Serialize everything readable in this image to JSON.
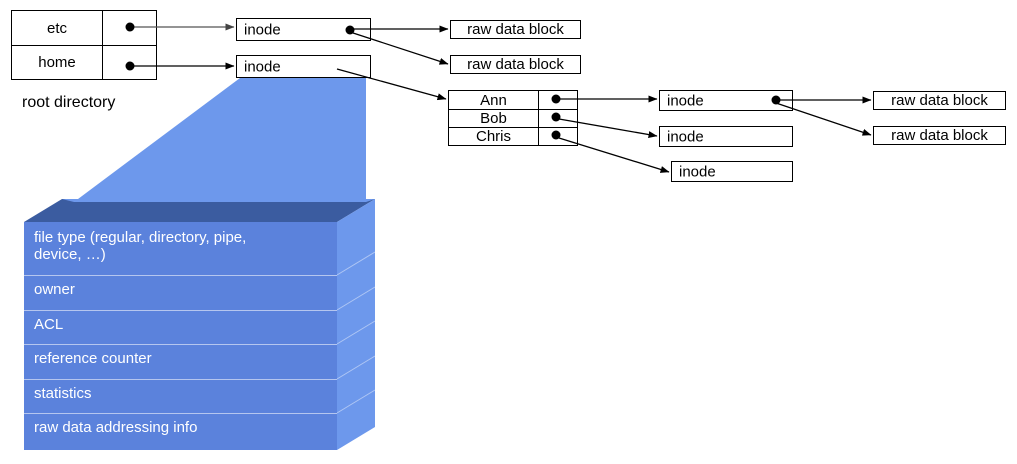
{
  "diagram": {
    "title_caption": "root directory",
    "root_directory": {
      "name": "root-directory-table",
      "rows": [
        {
          "label": "etc",
          "pointer": "●"
        },
        {
          "label": "home",
          "pointer": "●"
        }
      ]
    },
    "inodes": [
      {
        "id": "inode-etc",
        "label": "inode",
        "pointers": 2
      },
      {
        "id": "inode-home",
        "label": "inode",
        "pointers": 1
      },
      {
        "id": "inode-ann",
        "label": "inode",
        "pointers": 2
      },
      {
        "id": "inode-bob",
        "label": "inode",
        "pointers": 0
      },
      {
        "id": "inode-chris",
        "label": "inode",
        "pointers": 0
      }
    ],
    "raw_data_blocks": [
      {
        "id": "rdb-etc-1",
        "label": "raw data block"
      },
      {
        "id": "rdb-etc-2",
        "label": "raw data block"
      },
      {
        "id": "rdb-ann-1",
        "label": "raw data block"
      },
      {
        "id": "rdb-ann-2",
        "label": "raw data block"
      }
    ],
    "home_directory": {
      "name": "home-directory-table",
      "rows": [
        {
          "label": "Ann",
          "pointer": "●"
        },
        {
          "label": "Bob",
          "pointer": "●"
        },
        {
          "label": "Chris",
          "pointer": "●"
        }
      ]
    },
    "inode_fields": [
      {
        "text": "file type (regular, directory, pipe,",
        "text2": "device, …)"
      },
      {
        "text": "owner"
      },
      {
        "text": "ACL"
      },
      {
        "text": "reference counter"
      },
      {
        "text": "statistics"
      },
      {
        "text": "raw data addressing info"
      }
    ],
    "colors": {
      "stack_front": "#5b82dc",
      "stack_top": "#3b5ca0",
      "stack_side": "#6d98ec",
      "wedge": "#6d98ec",
      "outline": "#000000",
      "background": "#ffffff",
      "text_on_blue": "#ffffff"
    }
  }
}
